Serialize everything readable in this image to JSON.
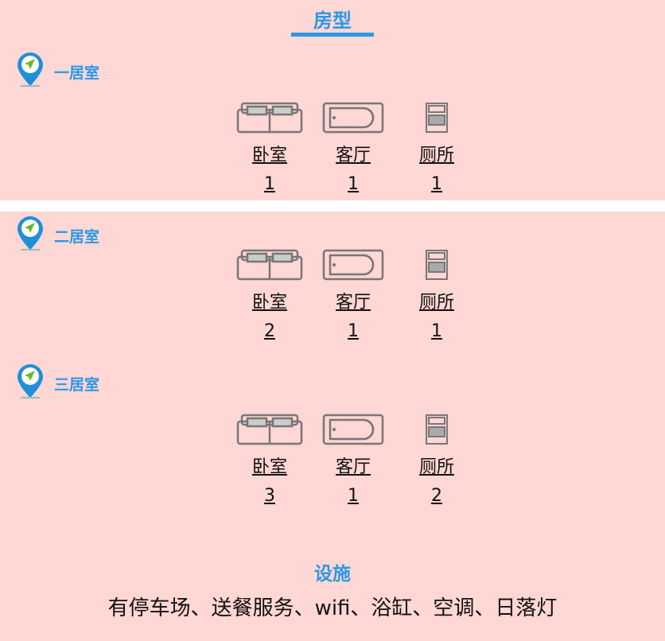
{
  "header": {
    "title": "房型"
  },
  "rooms": [
    {
      "name": "一居室",
      "items": [
        {
          "label": "卧室",
          "count": "1"
        },
        {
          "label": "客厅",
          "count": "1"
        },
        {
          "label": "厕所",
          "count": "1"
        }
      ]
    },
    {
      "name": "二居室",
      "items": [
        {
          "label": "卧室",
          "count": "2"
        },
        {
          "label": "客厅",
          "count": "1"
        },
        {
          "label": "厕所",
          "count": "1"
        }
      ]
    },
    {
      "name": "三居室",
      "items": [
        {
          "label": "卧室",
          "count": "3"
        },
        {
          "label": "客厅",
          "count": "1"
        },
        {
          "label": "厕所",
          "count": "2"
        }
      ]
    }
  ],
  "facilities": {
    "title": "设施",
    "text": "有停车场、送餐服务、wifi、浴缸、空调、日落灯"
  },
  "colors": {
    "accent": "#2a98e6",
    "background": "#ffd7d4"
  }
}
